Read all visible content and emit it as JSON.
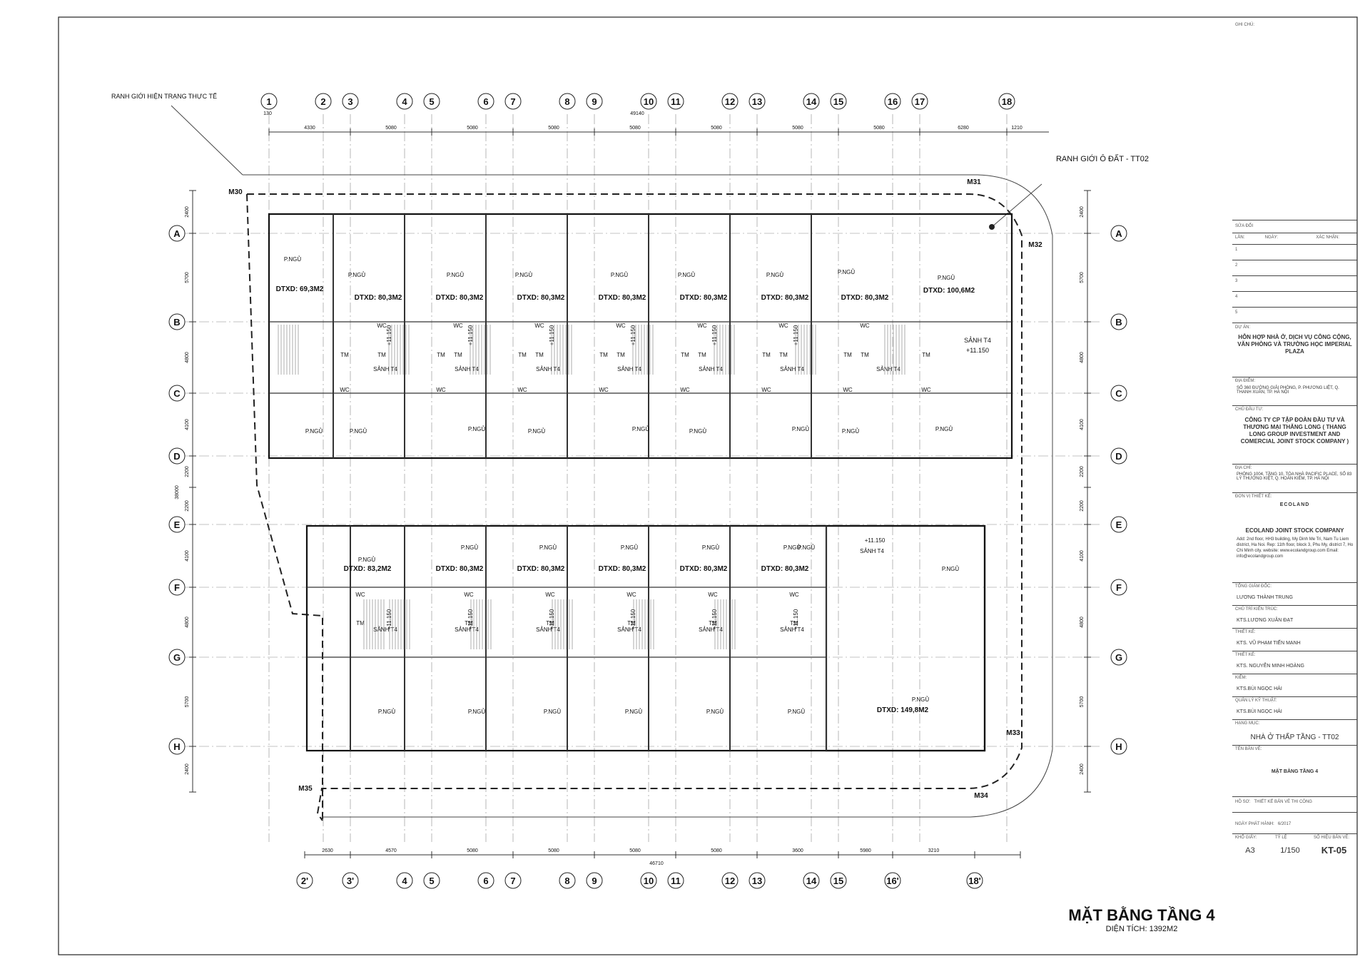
{
  "labels": {
    "boundary_actual": "RANH GIỚI HIỆN TRẠNG THỰC TẾ",
    "boundary_plot": "RANH GIỚI Ô ĐẤT - TT02",
    "top_axes": [
      "1",
      "2",
      "3",
      "4",
      "5",
      "6",
      "7",
      "8",
      "9",
      "10",
      "11",
      "12",
      "13",
      "14",
      "15",
      "16",
      "17",
      "18"
    ],
    "bottom_axes": [
      "2'",
      "3'",
      "4",
      "5",
      "6",
      "7",
      "8",
      "9",
      "10",
      "11",
      "12",
      "13",
      "14",
      "15",
      "16'",
      "18'"
    ],
    "row_axes": [
      "A",
      "B",
      "C",
      "D",
      "E",
      "F",
      "G",
      "H"
    ],
    "top_dims": [
      "4330",
      "5080",
      "5080",
      "5080",
      "5080",
      "5080",
      "5080",
      "5080",
      "6280"
    ],
    "top_total": "49140",
    "top_left_small": "130",
    "top_right_small": "1210",
    "bottom_dims": [
      "2630",
      "4570",
      "5080",
      "5080",
      "5080",
      "5080",
      "3600",
      "5980",
      "3210"
    ],
    "bottom_total": "46710",
    "left_dims": [
      "2400",
      "5700",
      "4800",
      "4100",
      "2200",
      "2200",
      "4100",
      "4800",
      "5700",
      "2400"
    ],
    "left_total": "38000",
    "markers": [
      "M30",
      "M31",
      "M32",
      "M33",
      "M34",
      "M35"
    ],
    "room_bed": "P.NGỦ",
    "room_wc": "WC",
    "room_tm": "TM",
    "room_lobby": "SẢNH T4",
    "level": "+11.150",
    "areas_top": [
      "DTXD: 69,3M2",
      "DTXD: 80,3M2",
      "DTXD: 80,3M2",
      "DTXD: 80,3M2",
      "DTXD: 80,3M2",
      "DTXD: 80,3M2",
      "DTXD: 80,3M2",
      "DTXD: 80,3M2",
      "DTXD: 100,6M2"
    ],
    "areas_bottom": [
      "DTXD: 83,2M2",
      "DTXD: 80,3M2",
      "DTXD: 80,3M2",
      "DTXD: 80,3M2",
      "DTXD: 80,3M2",
      "DTXD: 80,3M2",
      "DTXD: 149,8M2"
    ]
  },
  "main_title": {
    "title": "MẶT BẰNG TẦNG 4",
    "area": "DIỆN TÍCH: 1392M2"
  },
  "titleblock": {
    "note_label": "GHI CHÚ:",
    "rev_label": "SỬA ĐỔI",
    "rev_cols": [
      "LẦN:",
      "NGÀY:",
      "XÁC NHẬN:"
    ],
    "rev_rows": [
      "1",
      "2",
      "3",
      "4",
      "5"
    ],
    "project_label": "DỰ ÁN:",
    "project": "HỖN HỢP NHÀ Ở, DỊCH VỤ CÔNG CỘNG, VĂN PHÒNG VÀ TRƯỜNG HỌC IMPERIAL PLAZA",
    "location_label": "ĐỊA ĐIỂM:",
    "location": "SỐ 360 ĐƯỜNG GIẢI PHÓNG, P. PHƯƠNG LIỆT, Q. THANH XUÂN, TP. HÀ NỘI",
    "owner_label": "CHỦ ĐẦU TƯ:",
    "owner": "CÔNG TY CP TẬP ĐOÀN ĐẦU TƯ VÀ THƯƠNG MẠI THĂNG LONG ( THANG LONG GROUP INVESTMENT AND COMERCIAL JOINT STOCK COMPANY )",
    "address_label": "ĐỊA CHỈ:",
    "address": "PHÒNG 1004, TẦNG 10, TÒA NHÀ PACIFIC PLACE, SỐ 83 LÝ THƯỜNG KIỆT, Q. HOÀN KIẾM, TP. HÀ NỘI",
    "designer_label": "ĐƠN VỊ THIẾT KẾ:",
    "logo": "ECOLAND",
    "company": "ECOLAND JOINT STOCK COMPANY",
    "company_addr": "Add: 2nd floor, HH3 building, My Dinh Me Tri, Nam Tu Liem district, Ha Noi. Rep: 11th floor, block 3, Phu My, district 7, Ho Chi Minh city. website: www.ecolandgroup.com Email: info@ecolandgroup.com",
    "director_label": "TỔNG GIÁM ĐỐC:",
    "director": "LƯƠNG THÀNH TRUNG",
    "chief_label": "CHỦ TRÌ KIẾN TRÚC:",
    "chief": "KTS.LƯƠNG XUÂN ĐẠT",
    "design1_label": "THIẾT KẾ:",
    "design1": "KTS. VŨ PHẠM TIẾN MẠNH",
    "design2_label": "THIẾT KẾ:",
    "design2": "KTS. NGUYỄN MINH HOÀNG",
    "check_label": "KIỂM:",
    "check": "KTS.BÙI NGỌC HẢI",
    "tech_label": "QUẢN LÝ KỸ THUẬT:",
    "tech": "KTS.BÙI NGỌC HẢI",
    "item_label": "HẠNG MỤC:",
    "item": "NHÀ Ở THẤP TẦNG - TT02",
    "sheetname_label": "TÊN BẢN VẼ:",
    "sheetname": "MẶT BẰNG TẦNG 4",
    "stage_label": "HỒ SƠ:",
    "stage": "THIẾT KẾ BẢN VẼ THI CÔNG",
    "date_label": "NGÀY PHÁT HÀNH:",
    "date": "6/2017",
    "paper_label": "KHỔ GIẤY:",
    "paper": "A3",
    "scale_label": "TỶ LỆ",
    "scale": "1/150",
    "sheetno_label": "SỐ HIỆU BẢN VẼ:",
    "sheetno": "KT-05"
  }
}
